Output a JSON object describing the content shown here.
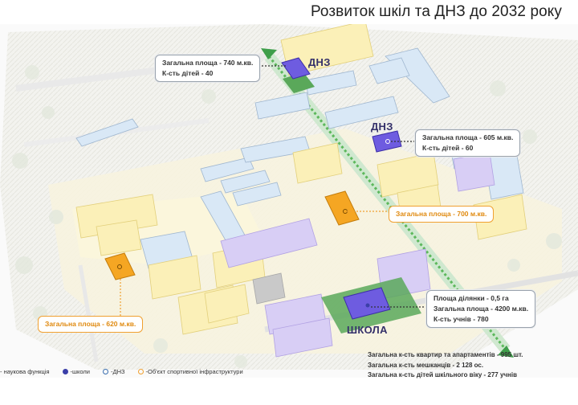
{
  "title": "Розвиток шкіл та ДНЗ до 2032 року",
  "labels": {
    "dnz_1": "ДНЗ",
    "dnz_2": "ДНЗ",
    "school": "ШКОЛА"
  },
  "callouts": {
    "dnz_north": [
      "Загальна площа - 740 м.кв.",
      "К-сть дітей - 40"
    ],
    "dnz_east": [
      "Загальна площа - 605 м.кв.",
      "К-сть дітей - 60"
    ],
    "sport_center": [
      "Загальна площа - 700 м.кв."
    ],
    "sport_west": [
      "Загальна площа - 620 м.кв."
    ],
    "school": [
      "Площа ділянки - 0,5 га",
      "Загальна площа - 4200 м.кв.",
      "К-сть учнів - 780"
    ]
  },
  "stats": [
    "Загальна к-сть квартир та апартаментів - 995 шт.",
    "Загальна к-сть мешканців - 2 128 ос.",
    "Загальна к-сть дітей шкільного віку - 277 учнів"
  ],
  "legend": [
    {
      "label": "- наукова функція",
      "color": "#7a5fd6",
      "style": "filled"
    },
    {
      "label": "-школи",
      "color": "#3b3fa8",
      "style": "filled"
    },
    {
      "label": "-ДНЗ",
      "color": "#3b6fb0",
      "style": "ring"
    },
    {
      "label": "-Об'єкт спортивної інфраструктури",
      "color": "#f0a030",
      "style": "ring"
    }
  ],
  "colors": {
    "residential": "#d7e6f5",
    "school_purple": "#6e5ce0",
    "sport_orange": "#f5a623",
    "science_lavender": "#cbbdf0",
    "new_yellow": "#fbf1bf",
    "green_axis": "#4caf50"
  }
}
